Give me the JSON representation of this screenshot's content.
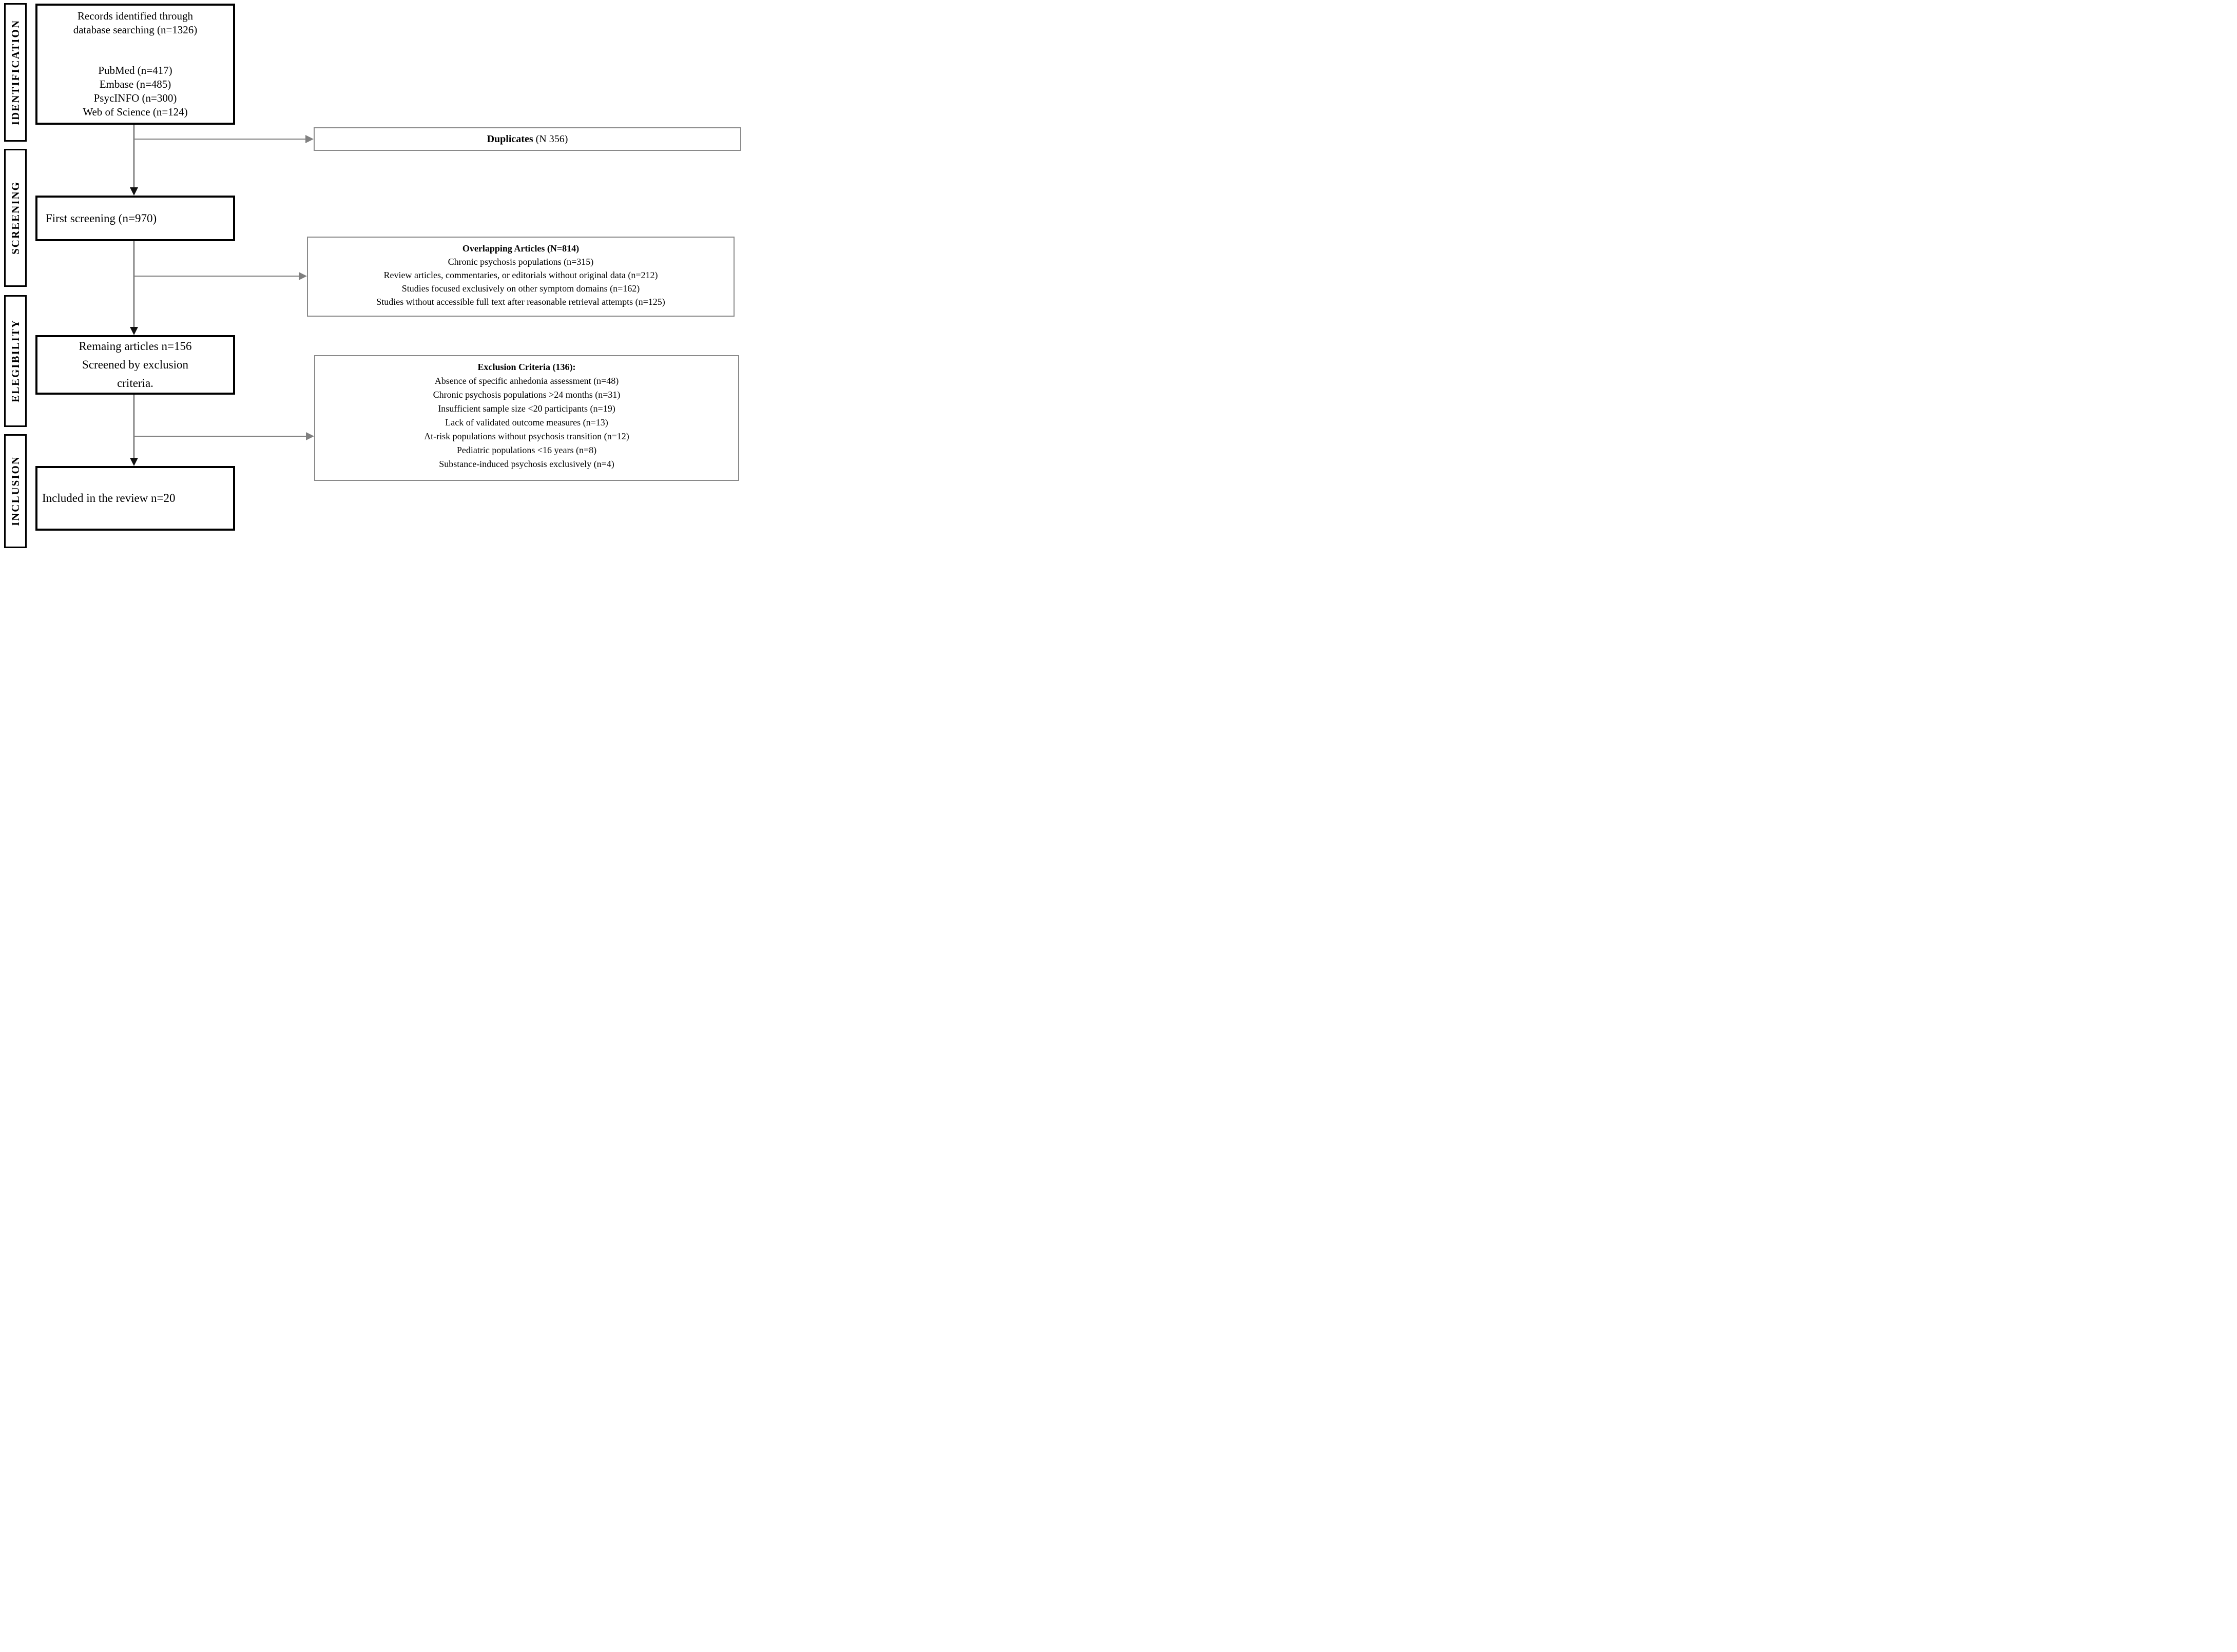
{
  "stages": [
    {
      "label": "IDENTIFICATION"
    },
    {
      "label": "SCREENING"
    },
    {
      "label": "ELEGIBILITY"
    },
    {
      "label": "INCLUSION"
    }
  ],
  "flow": {
    "records": {
      "lines": [
        "Records identified through",
        "database searching (n=1326)"
      ],
      "databases": [
        "PubMed (n=417)",
        "Embase (n=485)",
        "PsycINFO (n=300)",
        "Web of Science (n=124)"
      ]
    },
    "first_screening": {
      "text": "First screening (n=970)"
    },
    "remaining": {
      "lines": [
        "Remaing articles n=156",
        "Screened by exclusion",
        "criteria."
      ]
    },
    "included": {
      "text": "Included in the review n=20"
    }
  },
  "side": {
    "duplicates": {
      "bold": "Duplicates",
      "rest": " (N 356)"
    },
    "overlapping": {
      "title": "Overlapping Articles (N=814)",
      "items": [
        "Chronic psychosis populations (n=315)",
        "Review articles, commentaries, or editorials without original data (n=212)",
        "Studies focused exclusively on other symptom domains (n=162)",
        "Studies without accessible full text after reasonable retrieval attempts (n=125)"
      ]
    },
    "exclusion": {
      "title": "Exclusion Criteria (136):",
      "items": [
        "Absence of specific anhedonia assessment (n=48)",
        "Chronic psychosis populations >24 months (n=31)",
        "Insufficient sample size <20 participants (n=19)",
        "Lack of validated outcome measures (n=13)",
        "At-risk populations without psychosis transition (n=12)",
        "Pediatric populations <16 years (n=8)",
        "Substance-induced psychosis exclusively (n=4)"
      ]
    }
  },
  "colors": {
    "flow_box_border": "#000000",
    "stage_box_border": "#000000",
    "side_box_border": "#8a8a8a",
    "vertical_connector": "#4d4d4d",
    "vertical_arrowhead": "#111111",
    "branch_connector": "#808080",
    "branch_arrowhead": "#808080",
    "text": "#000000",
    "background": "#ffffff"
  }
}
